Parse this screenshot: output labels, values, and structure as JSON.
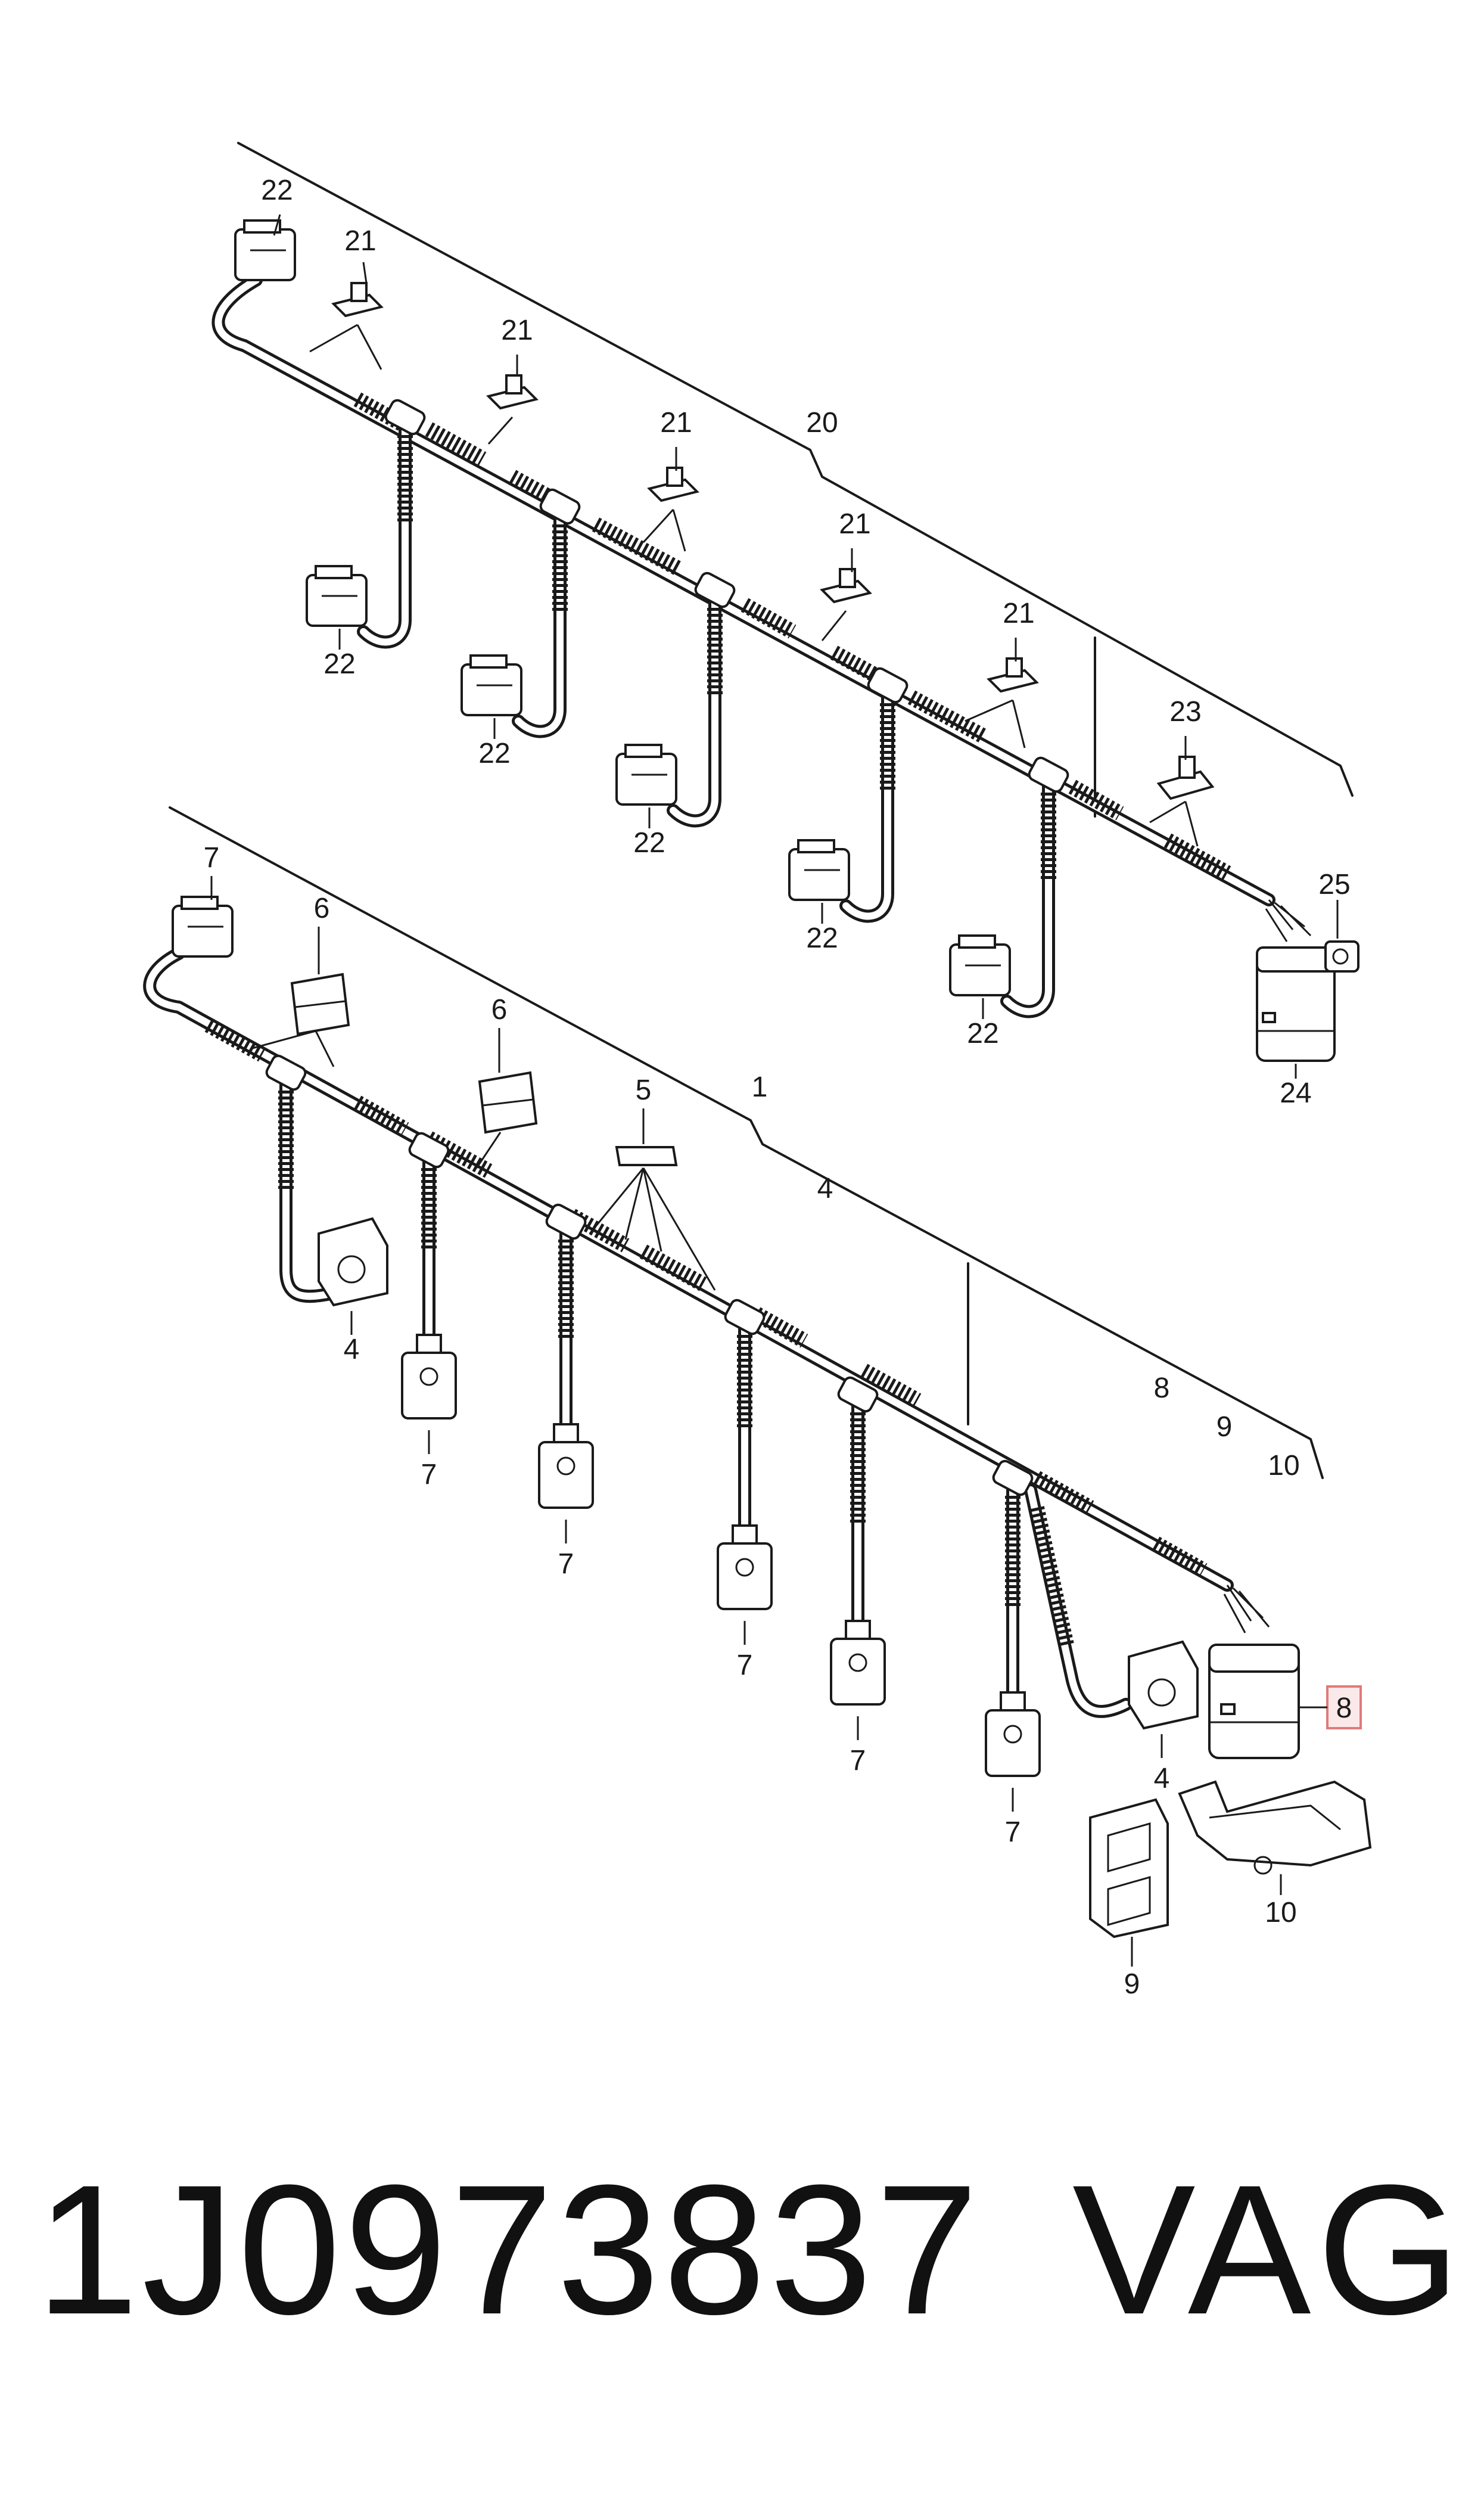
{
  "callouts": {
    "c1": "1",
    "c4": "4",
    "c5": "5",
    "c6": "6",
    "c7": "7",
    "c8": "8",
    "c9": "9",
    "c10": "10",
    "c20": "20",
    "c21": "21",
    "c22": "22",
    "c23": "23",
    "c24": "24",
    "c25": "25"
  },
  "highlight_color": "#e07a7a",
  "footer": {
    "part_number": "1J0973837",
    "brand": "VAG"
  }
}
